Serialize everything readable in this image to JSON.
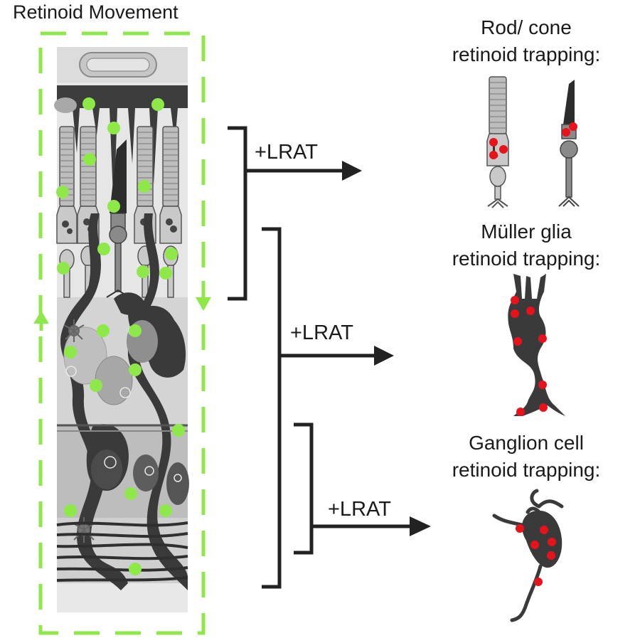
{
  "title": "Retinoid Movement",
  "arrows": [
    {
      "label": "+LRAT"
    },
    {
      "label": "+LRAT"
    },
    {
      "label": "+LRAT"
    }
  ],
  "panels": [
    {
      "line1": "Rod/ cone",
      "line2": "retinoid trapping:"
    },
    {
      "line1": "Müller glia",
      "line2": "retinoid trapping:"
    },
    {
      "line1": "Ganglion cell",
      "line2": "retinoid trapping:"
    }
  ],
  "colors": {
    "retinoid": "#8ee84a",
    "trapped_retinoid": "#e8121b",
    "frame": "#8ee84a",
    "cell_dark": "#3d3d3d",
    "cell_gray": "#8a8a8a",
    "bracket": "#222222"
  }
}
